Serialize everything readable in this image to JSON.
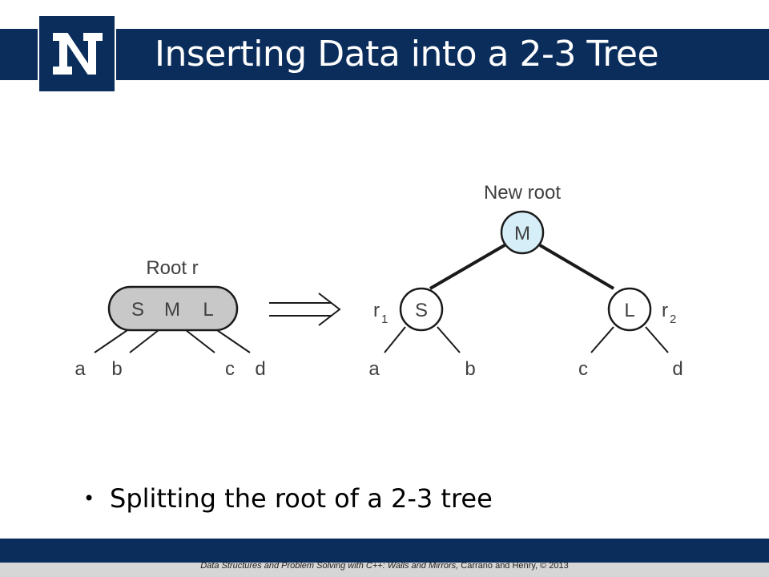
{
  "header": {
    "title": "Inserting Data into a 2-3 Tree",
    "logo_letter": "N",
    "logo_icon": "university-n-logo-icon"
  },
  "diagram": {
    "before": {
      "label": "Root r",
      "node_keys": [
        "S",
        "M",
        "L"
      ],
      "children": [
        "a",
        "b",
        "c",
        "d"
      ]
    },
    "arrow_icon": "double-arrow-right-icon",
    "after": {
      "root_label": "New root",
      "root_key": "M",
      "left_key": "S",
      "right_key": "L",
      "left_name": "r",
      "left_sub": "1",
      "right_name": "r",
      "right_sub": "2",
      "children": [
        "a",
        "b",
        "c",
        "d"
      ]
    },
    "colors": {
      "node_fill": "#c8c8c8",
      "root_fill": "#d6eef8",
      "stroke": "#1a1a1a",
      "text": "#404040"
    }
  },
  "bullets": [
    "Splitting the root of a 2-3 tree"
  ],
  "footer": {
    "italic": "Data Structures and Problem Solving with C++: Walls and Mirrors,",
    "normal": " Carrano and Henry, © 2013"
  },
  "theme": {
    "navy": "#0b2d5c",
    "footer_strip": "#d6d6d6"
  }
}
